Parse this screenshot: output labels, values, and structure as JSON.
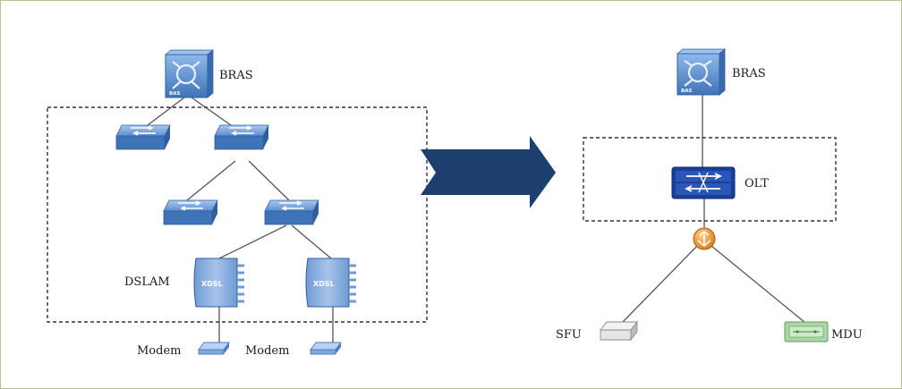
{
  "labels": {
    "bras_left": "BRAS",
    "dslam": "DSLAM",
    "modem_1": "Modem",
    "modem_2": "Modem",
    "bras_right": "BRAS",
    "olt": "OLT",
    "sfu": "SFU",
    "mdu": "MDU"
  },
  "device_badges": {
    "bras": "BAS",
    "xdsl": "XDSL"
  },
  "colors": {
    "frame_border": "#b8c48a",
    "arrow": "#1c3f6e",
    "device_blue": "#5b8fd0",
    "device_blue_dark": "#2f5f9e",
    "olt_body": "#1a3f9a",
    "splitter": "#e8962c",
    "sfu": "#e4e4e4",
    "mdu": "#a9d6a4",
    "link": "#555555",
    "dashed_box": "#333333"
  }
}
